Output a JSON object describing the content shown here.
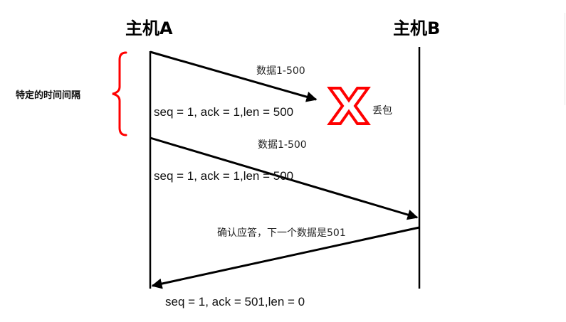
{
  "hosts": {
    "a": "主机A",
    "b": "主机B"
  },
  "interval_label": "特定的时间间隔",
  "messages": [
    {
      "data_label": "数据1-500",
      "seq_label": "seq = 1, ack = 1,len = 500",
      "lost": true,
      "lost_label": "丢包"
    },
    {
      "data_label": "数据1-500",
      "seq_label": "seq = 1, ack = 1,len = 500"
    },
    {
      "data_label": "确认应答，下一个数据是501",
      "seq_label": "seq = 1, ack = 501,len = 0"
    }
  ],
  "colors": {
    "line": "#000000",
    "brace": "#ff0000",
    "lost_mark": "#ff0000"
  }
}
